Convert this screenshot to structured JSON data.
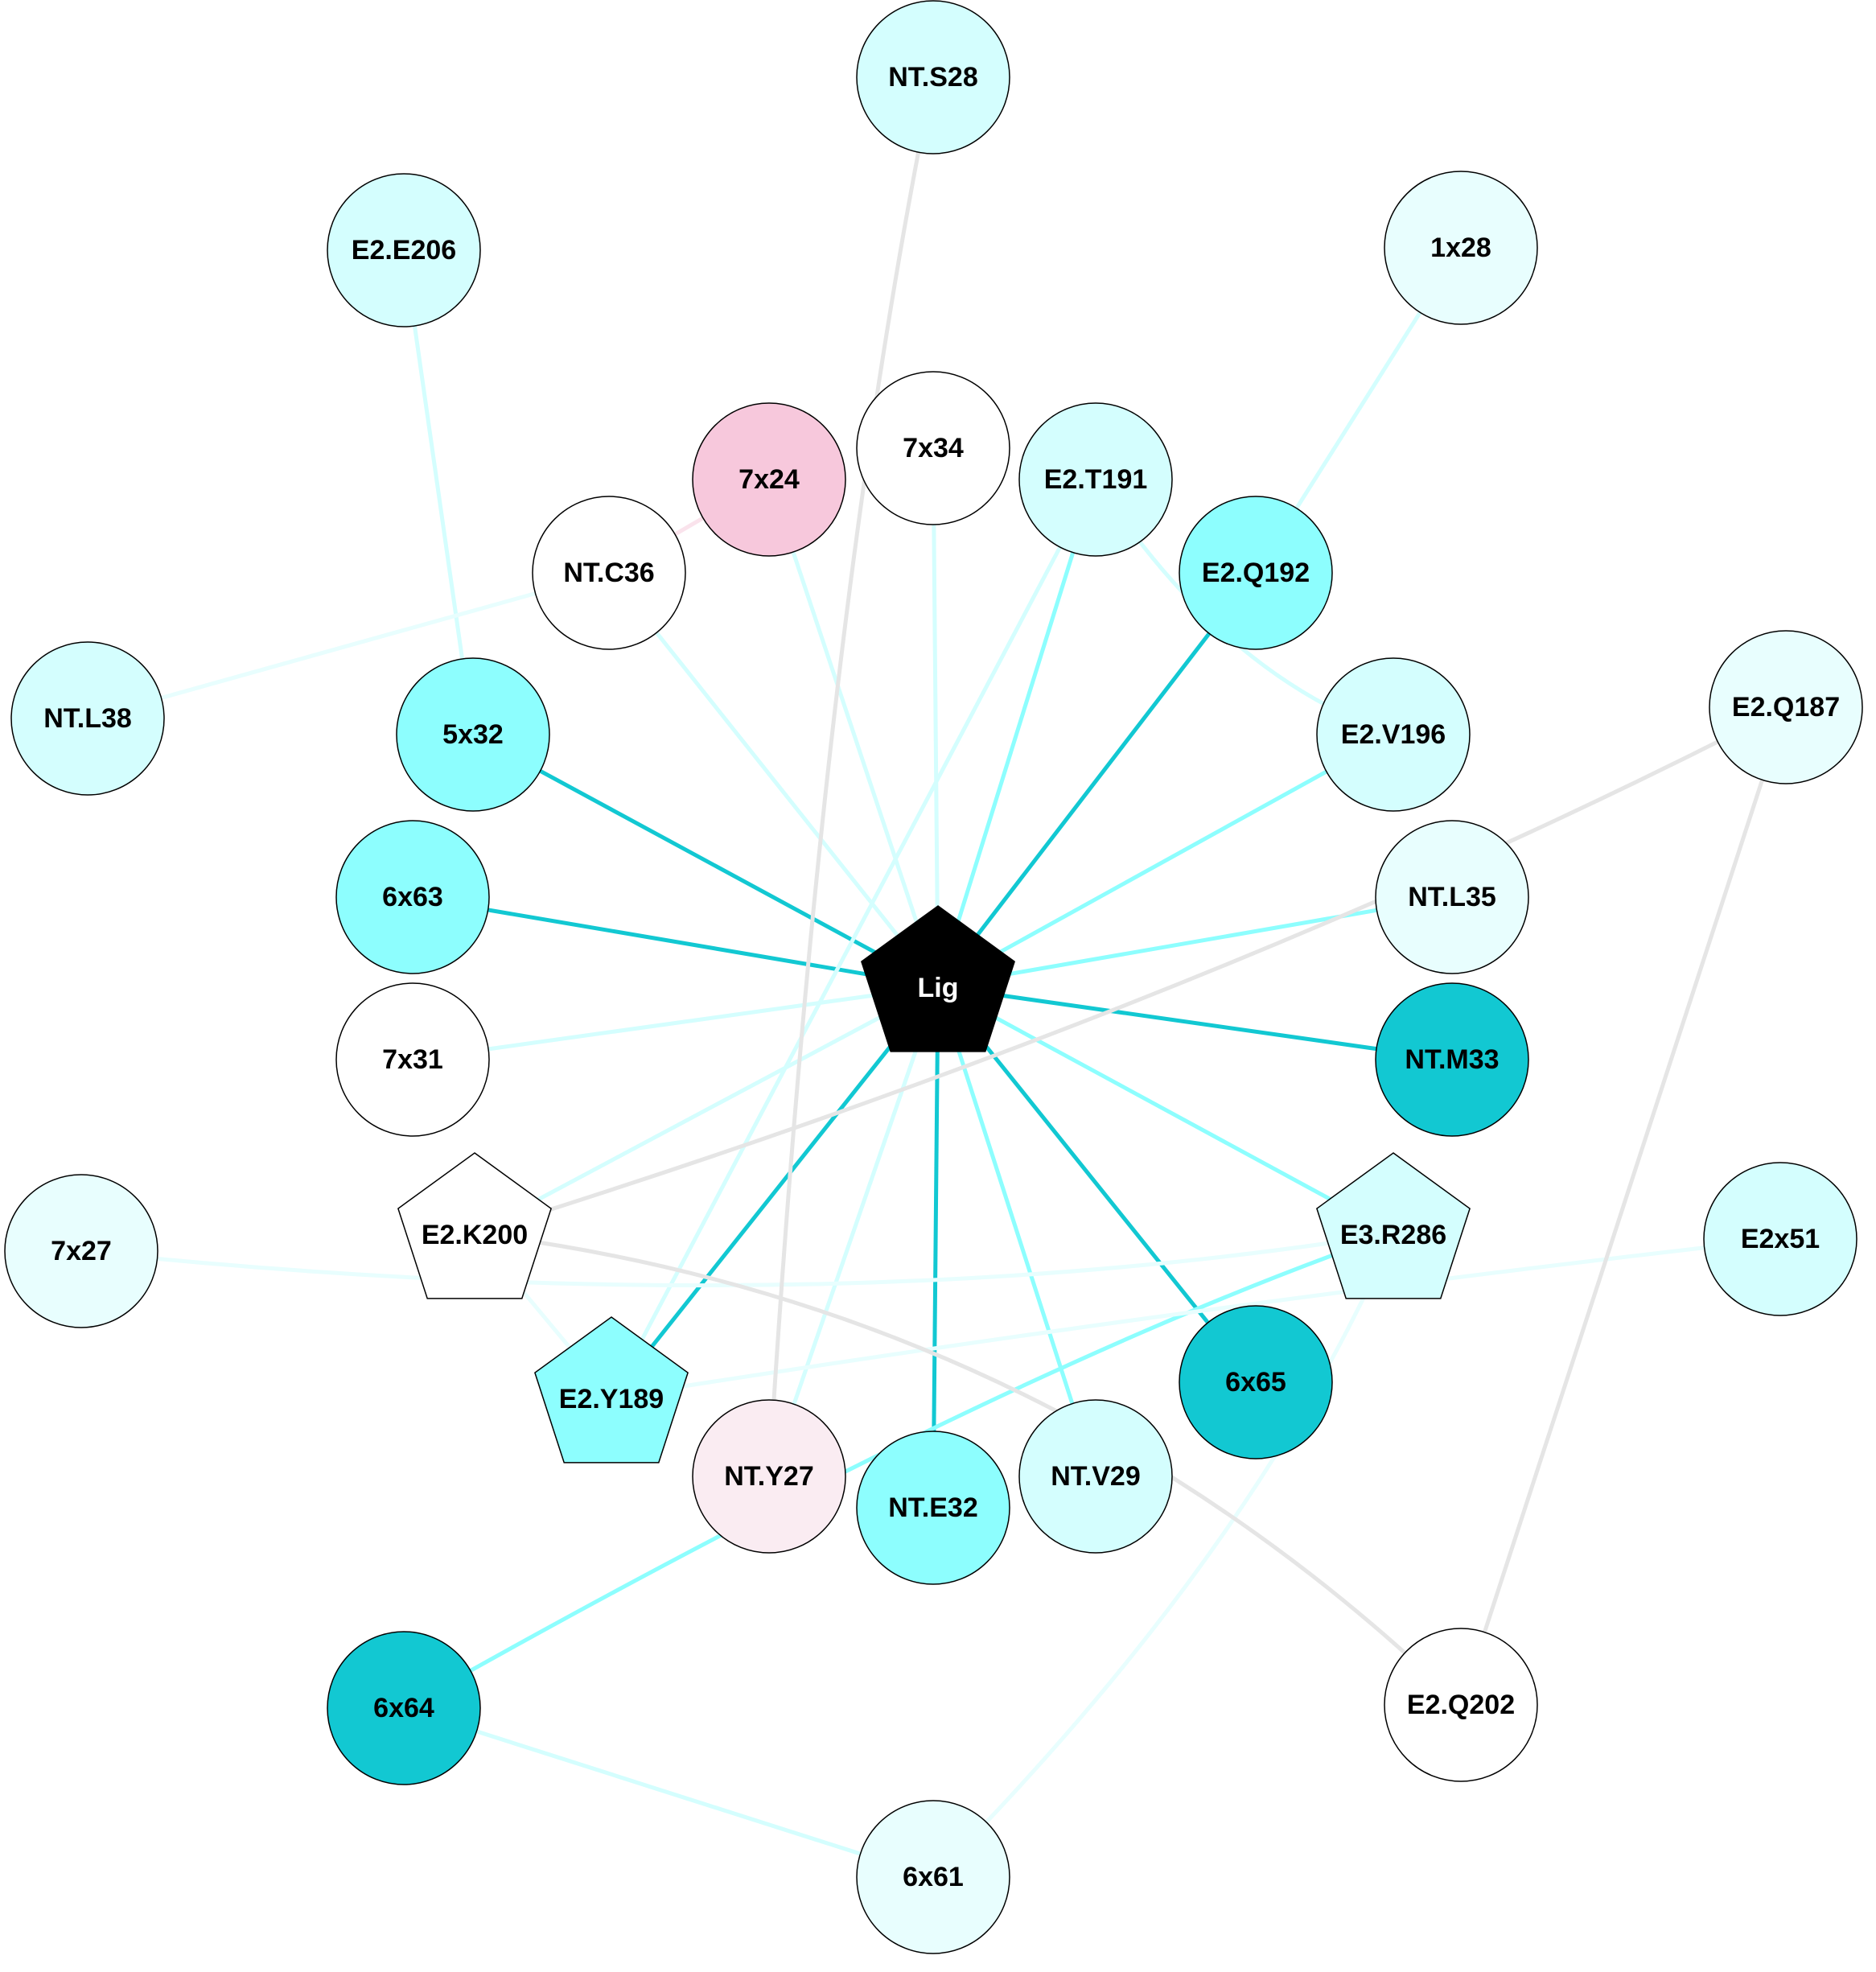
{
  "diagram": {
    "type": "interaction-network",
    "center_node": "Lig",
    "nodes": [
      {
        "id": "Lig",
        "label": "Lig",
        "shape": "pentagon",
        "fill": "#000000"
      },
      {
        "id": "NT.S28",
        "label": "NT.S28",
        "shape": "circle",
        "fill": "#D4FEFE"
      },
      {
        "id": "E2.E206",
        "label": "E2.E206",
        "shape": "circle",
        "fill": "#D4FEFE"
      },
      {
        "id": "1x28",
        "label": "1x28",
        "shape": "circle",
        "fill": "#E8FEFE"
      },
      {
        "id": "7x24",
        "label": "7x24",
        "shape": "circle",
        "fill": "#F7C8DC"
      },
      {
        "id": "7x34",
        "label": "7x34",
        "shape": "circle",
        "fill": "#FFFFFF"
      },
      {
        "id": "E2.T191",
        "label": "E2.T191",
        "shape": "circle",
        "fill": "#D4FEFE"
      },
      {
        "id": "NT.C36",
        "label": "NT.C36",
        "shape": "circle",
        "fill": "#FFFFFF"
      },
      {
        "id": "E2.Q192",
        "label": "E2.Q192",
        "shape": "circle",
        "fill": "#8DFEFE"
      },
      {
        "id": "NT.L38",
        "label": "NT.L38",
        "shape": "circle",
        "fill": "#D4FEFE"
      },
      {
        "id": "5x32",
        "label": "5x32",
        "shape": "circle",
        "fill": "#8DFEFE"
      },
      {
        "id": "E2.V196",
        "label": "E2.V196",
        "shape": "circle",
        "fill": "#D4FEFE"
      },
      {
        "id": "E2.Q187",
        "label": "E2.Q187",
        "shape": "circle",
        "fill": "#E8FEFE"
      },
      {
        "id": "6x63",
        "label": "6x63",
        "shape": "circle",
        "fill": "#8DFEFE"
      },
      {
        "id": "NT.L35",
        "label": "NT.L35",
        "shape": "circle",
        "fill": "#E8FEFE"
      },
      {
        "id": "7x31",
        "label": "7x31",
        "shape": "circle",
        "fill": "#FFFFFF"
      },
      {
        "id": "NT.M33",
        "label": "NT.M33",
        "shape": "circle",
        "fill": "#12C8D2"
      },
      {
        "id": "E2.K200",
        "label": "E2.K200",
        "shape": "pentagon",
        "fill": "#FFFFFF"
      },
      {
        "id": "E3.R286",
        "label": "E3.R286",
        "shape": "pentagon",
        "fill": "#D4FEFE"
      },
      {
        "id": "7x27",
        "label": "7x27",
        "shape": "circle",
        "fill": "#E8FEFE"
      },
      {
        "id": "E2x51",
        "label": "E2x51",
        "shape": "circle",
        "fill": "#D4FEFE"
      },
      {
        "id": "E2.Y189",
        "label": "E2.Y189",
        "shape": "pentagon",
        "fill": "#8DFEFE"
      },
      {
        "id": "6x65",
        "label": "6x65",
        "shape": "circle",
        "fill": "#12C8D2"
      },
      {
        "id": "NT.Y27",
        "label": "NT.Y27",
        "shape": "circle",
        "fill": "#FAECF2"
      },
      {
        "id": "NT.E32",
        "label": "NT.E32",
        "shape": "circle",
        "fill": "#8DFEFE"
      },
      {
        "id": "NT.V29",
        "label": "NT.V29",
        "shape": "circle",
        "fill": "#D4FEFE"
      },
      {
        "id": "6x64",
        "label": "6x64",
        "shape": "circle",
        "fill": "#12C8D2"
      },
      {
        "id": "E2.Q202",
        "label": "E2.Q202",
        "shape": "circle",
        "fill": "#FFFFFF"
      },
      {
        "id": "6x61",
        "label": "6x61",
        "shape": "circle",
        "fill": "#E8FEFE"
      }
    ],
    "edges": [
      {
        "source": "Lig",
        "target": "5x32",
        "strength": "strong"
      },
      {
        "source": "Lig",
        "target": "6x63",
        "strength": "strong"
      },
      {
        "source": "Lig",
        "target": "E2.Q192",
        "strength": "strong"
      },
      {
        "source": "Lig",
        "target": "NT.M33",
        "strength": "strong"
      },
      {
        "source": "Lig",
        "target": "6x65",
        "strength": "strong"
      },
      {
        "source": "Lig",
        "target": "NT.E32",
        "strength": "strong"
      },
      {
        "source": "Lig",
        "target": "E2.Y189",
        "strength": "strong"
      },
      {
        "source": "Lig",
        "target": "E2.T191",
        "strength": "medium"
      },
      {
        "source": "Lig",
        "target": "E2.V196",
        "strength": "medium"
      },
      {
        "source": "Lig",
        "target": "NT.L35",
        "strength": "medium"
      },
      {
        "source": "Lig",
        "target": "E3.R286",
        "strength": "medium"
      },
      {
        "source": "Lig",
        "target": "NT.V29",
        "strength": "medium"
      },
      {
        "source": "E3.R286",
        "target": "6x64",
        "strength": "medium",
        "curved": true
      },
      {
        "source": "Lig",
        "target": "7x34",
        "strength": "light"
      },
      {
        "source": "Lig",
        "target": "NT.C36",
        "strength": "light"
      },
      {
        "source": "Lig",
        "target": "7x24",
        "strength": "light"
      },
      {
        "source": "Lig",
        "target": "7x31",
        "strength": "light"
      },
      {
        "source": "Lig",
        "target": "E2.K200",
        "strength": "light"
      },
      {
        "source": "Lig",
        "target": "NT.Y27",
        "strength": "light"
      },
      {
        "source": "E2.E206",
        "target": "5x32",
        "strength": "light"
      },
      {
        "source": "1x28",
        "target": "E2.Q192",
        "strength": "light"
      },
      {
        "source": "E2.T191",
        "target": "E2.V196",
        "strength": "light",
        "curved": true
      },
      {
        "source": "E2.T191",
        "target": "E2.Y189",
        "strength": "light"
      },
      {
        "source": "6x64",
        "target": "6x61",
        "strength": "light"
      },
      {
        "source": "NT.C36",
        "target": "NT.L38",
        "strength": "faint"
      },
      {
        "source": "7x27",
        "target": "E3.R286",
        "strength": "faint",
        "curved": true
      },
      {
        "source": "E2x51",
        "target": "E2.Y189",
        "strength": "faint",
        "curved": true
      },
      {
        "source": "E2.K200",
        "target": "E2.Y189",
        "strength": "faint"
      },
      {
        "source": "6x61",
        "target": "E3.R286",
        "strength": "faint",
        "curved": true
      },
      {
        "source": "NT.C36",
        "target": "7x24",
        "strength": "pink"
      },
      {
        "source": "NT.S28",
        "target": "NT.Y27",
        "strength": "gray",
        "curved": true
      },
      {
        "source": "E2.Q187",
        "target": "E2.K200",
        "strength": "gray",
        "curved": true
      },
      {
        "source": "E2.Q187",
        "target": "E2.Q202",
        "strength": "gray"
      },
      {
        "source": "E2.K200",
        "target": "E2.Q202",
        "strength": "gray",
        "curved": true
      }
    ],
    "edge_colors": {
      "strong": "#12C8D2",
      "medium": "#8DFEFE",
      "light": "#D4FEFE",
      "faint": "#E8FEFE",
      "pink": "#FAE3EC",
      "gray": "#E5E5E5"
    }
  }
}
